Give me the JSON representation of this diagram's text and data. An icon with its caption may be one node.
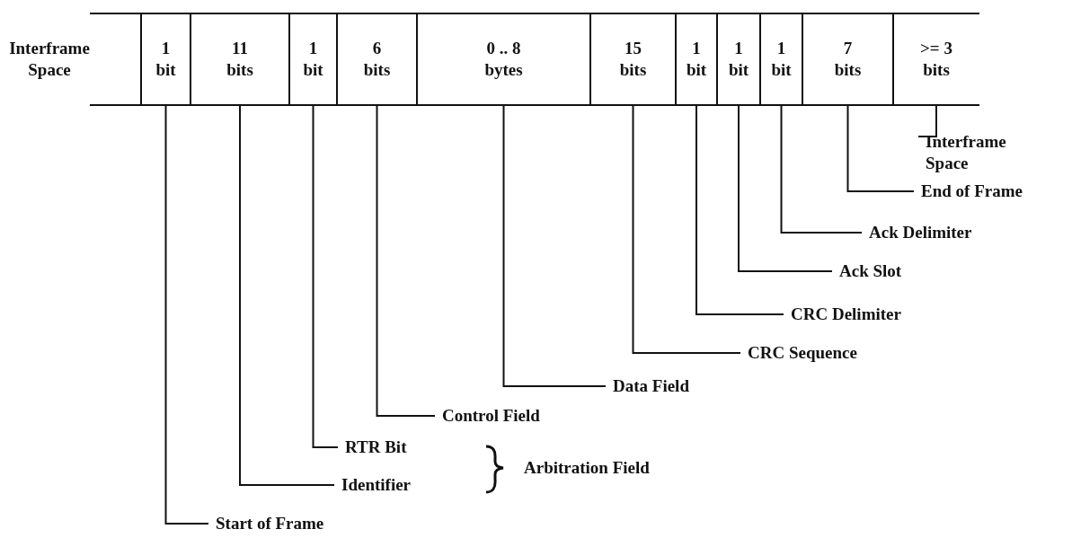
{
  "diagram": {
    "nodes": [
      {
        "text": [
          "Interframe Space"
        ]
      },
      {
        "text": [
          "1 bit"
        ]
      },
      {
        "text": [
          "11 bits"
        ]
      },
      {
        "text": [
          "1 bit"
        ]
      },
      {
        "text": [
          "6 bits"
        ]
      },
      {
        "text": [
          "0 .. 8 bytes"
        ]
      },
      {
        "text": [
          "15 bits"
        ]
      },
      {
        "text": [
          "1 bit"
        ]
      },
      {
        "text": [
          "1 bit"
        ]
      },
      {
        "text": [
          "1 bit"
        ]
      },
      {
        "text": [
          "7 bits"
        ]
      },
      {
        "text": [
          ">= 3 bits"
        ]
      },
      {
        "text": [
          "Interframe Space"
        ]
      },
      {
        "text": [
          "End of Frame"
        ]
      },
      {
        "text": [
          "Ack Delimiter"
        ]
      },
      {
        "text": [
          "Ack Slot"
        ]
      },
      {
        "text": [
          "CRC Delimiter"
        ]
      },
      {
        "text": [
          "CRC Sequence"
        ]
      },
      {
        "text": [
          "Data Field"
        ]
      },
      {
        "text": [
          "Control Field"
        ]
      },
      {
        "text": [
          "RTR Bit"
        ]
      },
      {
        "text": [
          "Identifier"
        ]
      },
      {
        "text": [
          "Start of Frame"
        ]
      }
    ],
    "edges": [
      {
        "from": 1,
        "to": 22,
        "arrow": "none"
      },
      {
        "from": 2,
        "to": 21,
        "arrow": "none"
      },
      {
        "from": 3,
        "to": 20,
        "arrow": "none"
      },
      {
        "from": 4,
        "to": 19,
        "arrow": "none"
      },
      {
        "from": 5,
        "to": 18,
        "arrow": "none"
      },
      {
        "from": 6,
        "to": 17,
        "arrow": "none"
      },
      {
        "from": 7,
        "to": 16,
        "arrow": "none"
      },
      {
        "from": 8,
        "to": 15,
        "arrow": "none"
      },
      {
        "from": 9,
        "to": 14,
        "arrow": "none"
      },
      {
        "from": 10,
        "to": 13,
        "arrow": "none"
      },
      {
        "from": 11,
        "to": 12,
        "arrow": "none"
      }
    ],
    "labels": [
      "Arbitration Field"
    ]
  }
}
